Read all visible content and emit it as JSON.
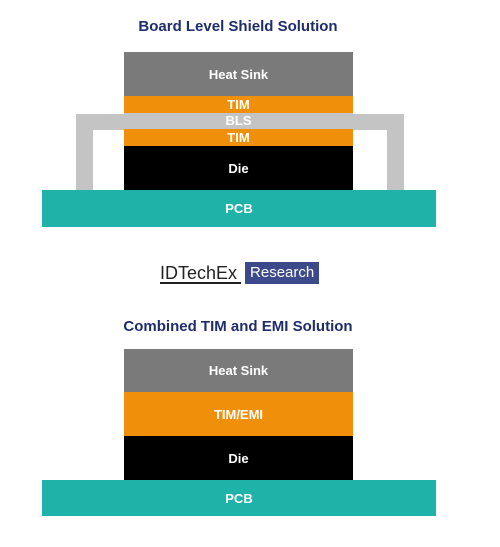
{
  "diagram_top": {
    "title": "Board Level Shield Solution",
    "heat_sink": "Heat Sink",
    "tim_upper": "TIM",
    "bls": "BLS",
    "tim_lower": "TIM",
    "die": "Die",
    "pcb": "PCB"
  },
  "logo": {
    "name": "IDTechEx",
    "tag": "Research"
  },
  "diagram_bottom": {
    "title": "Combined TIM and EMI Solution",
    "heat_sink": "Heat Sink",
    "tim_emi": "TIM/EMI",
    "die": "Die",
    "pcb": "PCB"
  },
  "colors": {
    "heat_sink": "#7a7a7a",
    "tim": "#f0900a",
    "bls": "#c4c4c4",
    "die": "#000000",
    "pcb": "#1fb2a8",
    "title": "#1f2d6b",
    "logo_tag_bg": "#3c4a8c"
  }
}
